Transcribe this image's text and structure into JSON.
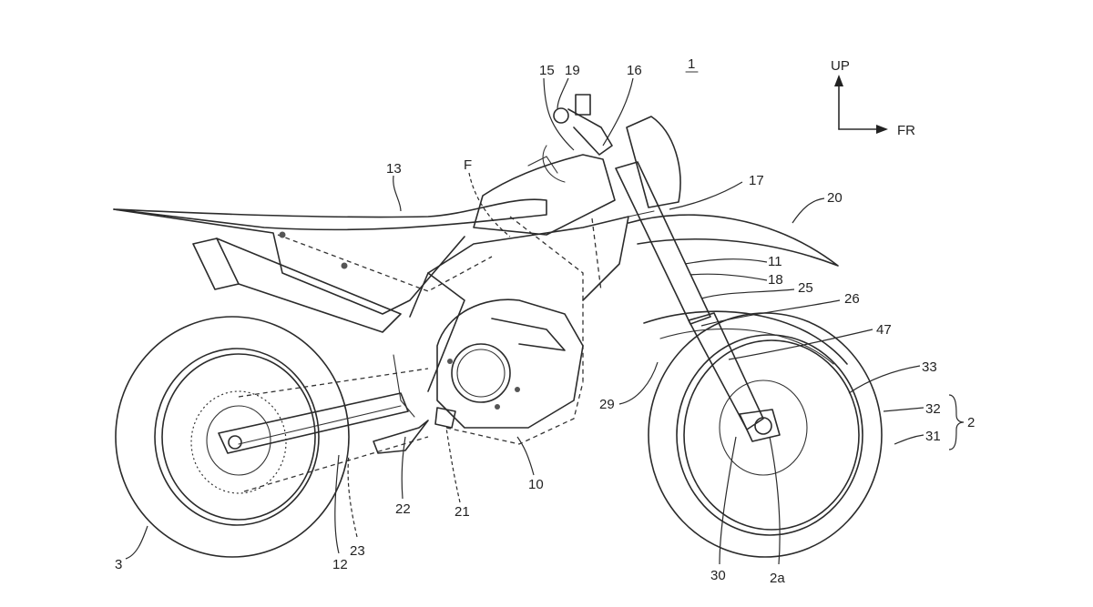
{
  "figure": {
    "number": "1",
    "orientation": {
      "up": "UP",
      "front": "FR"
    },
    "labels": {
      "l1": "1",
      "l2": "2",
      "l2a": "2a",
      "l3": "3",
      "l10": "10",
      "l11": "11",
      "l12": "12",
      "l13": "13",
      "l15": "15",
      "l16": "16",
      "l17": "17",
      "l18": "18",
      "l19": "19",
      "l20": "20",
      "l21": "21",
      "l22": "22",
      "l23": "23",
      "l25": "25",
      "l26": "26",
      "l29": "29",
      "l30": "30",
      "l31": "31",
      "l32": "32",
      "l33": "33",
      "l47": "47",
      "lF": "F"
    }
  }
}
